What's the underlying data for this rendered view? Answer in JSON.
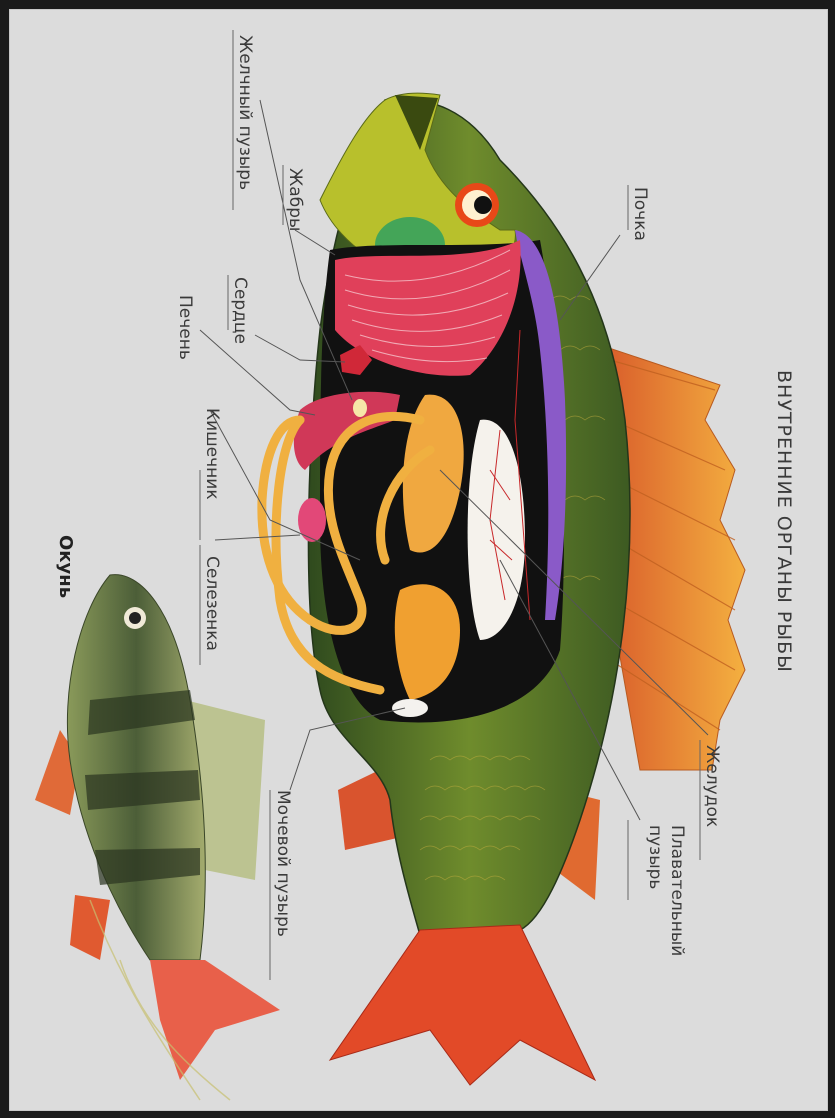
{
  "title": "ВНУТРЕННИЕ ОРГАНЫ РЫБЫ",
  "caption": "Окунь",
  "labels": {
    "gallbladder": "Желчный пузырь",
    "gills": "Жабры",
    "heart": "Сердце",
    "liver": "Печень",
    "intestine": "Кишечник",
    "spleen": "Селезенка",
    "urinary_bladder": "Мочевой пузырь",
    "kidney": "Почка",
    "stomach": "Желудок",
    "swim_bladder_1": "Плавательный",
    "swim_bladder_2": "пузырь"
  },
  "colors": {
    "background": "#dcdcdc",
    "body_green": "#5c7a2a",
    "fin_orange": "#e8913a",
    "gill_red": "#e0405a",
    "intestine_yellow": "#f0b040",
    "kidney_purple": "#8a5ac8"
  }
}
